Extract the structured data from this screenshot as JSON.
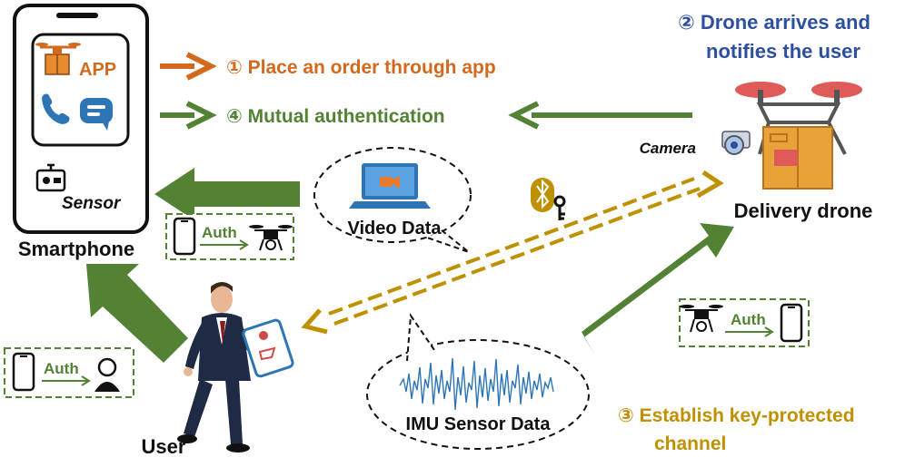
{
  "phone": {
    "app_label": "APP",
    "sensor_label": "Sensor",
    "caption": "Smartphone"
  },
  "user_caption": "User",
  "drone": {
    "caption": "Delivery drone",
    "camera_label": "Camera"
  },
  "steps": {
    "step1": "① Place an order through app",
    "step2_line1": "② Drone arrives and",
    "step2_line2": "notifies the user",
    "step3_line1": "③ Establish key-protected",
    "step3_line2": "channel",
    "step4": "④ Mutual authentication"
  },
  "bubbles": {
    "video": "Video Data",
    "imu": "IMU Sensor Data"
  },
  "auth_boxes": {
    "phone_drone": "Auth",
    "phone_user": "Auth",
    "drone_phone": "Auth"
  },
  "colors": {
    "orange": "#D2691E",
    "green": "#548235",
    "gold": "#BF9000",
    "blue": "#2E4FA0",
    "dark": "#111111"
  },
  "icons": {
    "phone": "smartphone-icon",
    "drone": "drone-icon",
    "package": "package-icon",
    "call": "phone-call-icon",
    "chat": "chat-icon",
    "sensor": "sensor-icon",
    "laptop": "video-laptop-icon",
    "bluetooth": "bluetooth-icon",
    "key": "key-icon",
    "camera": "camera-icon",
    "user": "businessman-figure",
    "waveform": "imu-waveform"
  }
}
